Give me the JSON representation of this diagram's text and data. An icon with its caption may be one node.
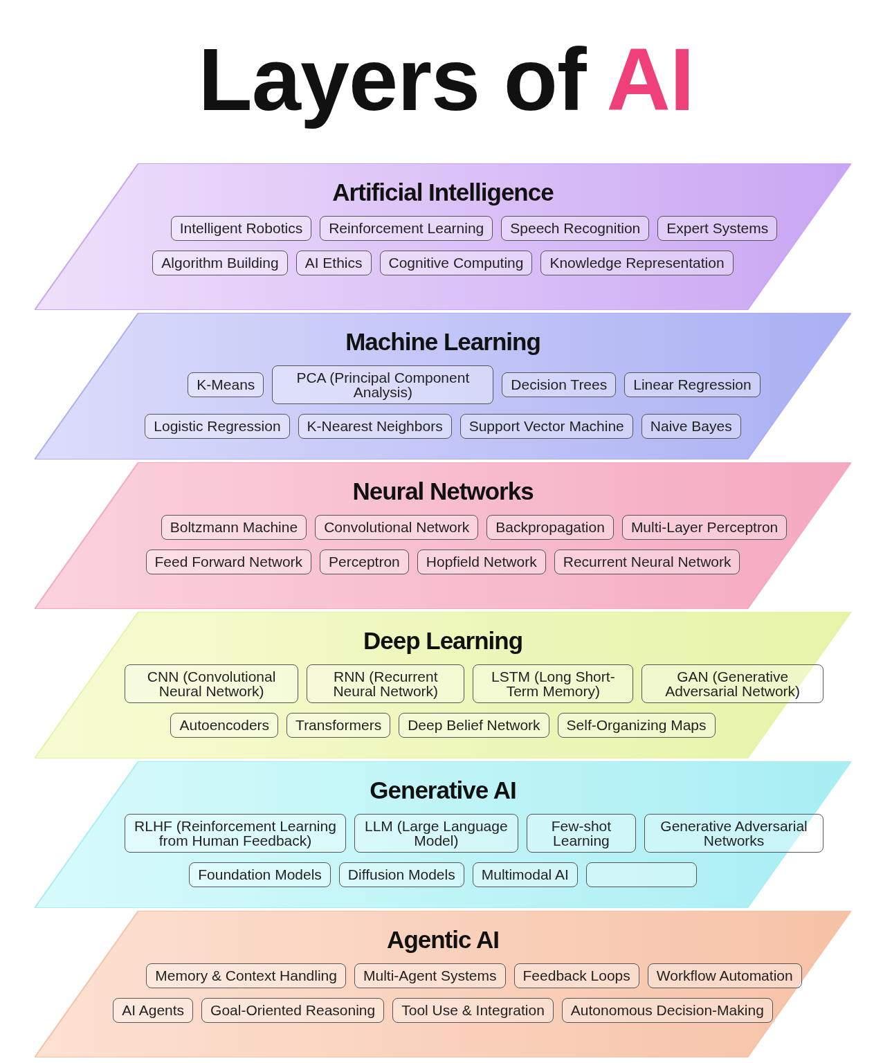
{
  "diagram": {
    "title": "Layers of AI",
    "nodes": [
      {
        "text": [
          "Artificial Intelligence"
        ]
      },
      {
        "text": [
          "Intelligent Robotics"
        ],
        "in": 0
      },
      {
        "text": [
          "Reinforcement Learning"
        ],
        "in": 0
      },
      {
        "text": [
          "Speech Recognition"
        ],
        "in": 0
      },
      {
        "text": [
          "Expert Systems"
        ],
        "in": 0
      },
      {
        "text": [
          "Algorithm Building"
        ],
        "in": 0
      },
      {
        "text": [
          "AI Ethics"
        ],
        "in": 0
      },
      {
        "text": [
          "Cognitive Computing"
        ],
        "in": 0
      },
      {
        "text": [
          "Knowledge Representation"
        ],
        "in": 0
      },
      {
        "text": [
          "Machine Learning"
        ]
      },
      {
        "text": [
          "K-Means"
        ],
        "in": 9
      },
      {
        "text": [
          "PCA (Principal Component Analysis)"
        ],
        "in": 9
      },
      {
        "text": [
          "Decision Trees"
        ],
        "in": 9
      },
      {
        "text": [
          "Linear Regression"
        ],
        "in": 9
      },
      {
        "text": [
          "Logistic Regression"
        ],
        "in": 9
      },
      {
        "text": [
          "K-Nearest Neighbors"
        ],
        "in": 9
      },
      {
        "text": [
          "Support Vector Machine"
        ],
        "in": 9
      },
      {
        "text": [
          "Naive Bayes"
        ],
        "in": 9
      },
      {
        "text": [
          "Neural Networks"
        ]
      },
      {
        "text": [
          "Boltzmann Machine"
        ],
        "in": 18
      },
      {
        "text": [
          "Convolutional Network"
        ],
        "in": 18
      },
      {
        "text": [
          "Backpropagation"
        ],
        "in": 18
      },
      {
        "text": [
          "Multi-Layer Perceptron"
        ],
        "in": 18
      },
      {
        "text": [
          "Feed Forward Network"
        ],
        "in": 18
      },
      {
        "text": [
          "Perceptron"
        ],
        "in": 18
      },
      {
        "text": [
          "Hopfield Network"
        ],
        "in": 18
      },
      {
        "text": [
          "Recurrent Neural Network"
        ],
        "in": 18
      },
      {
        "text": [
          "Deep Learning"
        ]
      },
      {
        "text": [
          "CNN (Convolutional Neural Network)"
        ],
        "in": 27
      },
      {
        "text": [
          "RNN (Recurrent Neural Network)"
        ],
        "in": 27
      },
      {
        "text": [
          "LSTM (Long Short-Term Memory)"
        ],
        "in": 27
      },
      {
        "text": [
          "GAN (Generative Adversarial Network)"
        ],
        "in": 27
      },
      {
        "text": [
          "Autoencoders"
        ],
        "in": 27
      },
      {
        "text": [
          "Transformers"
        ],
        "in": 27
      },
      {
        "text": [
          "Deep Belief Network"
        ],
        "in": 27
      },
      {
        "text": [
          "Self-Organizing Maps"
        ],
        "in": 27
      },
      {
        "text": [
          "Generative AI"
        ]
      },
      {
        "text": [
          "RLHF (Reinforcement Learning from Human Feedback)"
        ],
        "in": 36
      },
      {
        "text": [
          "LLM (Large Language Model)"
        ],
        "in": 36
      },
      {
        "text": [
          "Few-shot Learning"
        ],
        "in": 36
      },
      {
        "text": [
          "Generative Adversarial Networks"
        ],
        "in": 36
      },
      {
        "text": [
          "Foundation Models"
        ],
        "in": 36
      },
      {
        "text": [
          "Diffusion Models"
        ],
        "in": 36
      },
      {
        "text": [
          "Multimodal AI"
        ],
        "in": 36
      },
      {
        "text": [],
        "shape": "box",
        "in": 36
      },
      {
        "text": [
          "Agentic AI"
        ]
      },
      {
        "text": [
          "Memory & Context Handling"
        ],
        "in": 45
      },
      {
        "text": [
          "Multi-Agent Systems"
        ],
        "in": 45
      },
      {
        "text": [
          "Feedback Loops"
        ],
        "in": 45
      },
      {
        "text": [
          "Workflow Automation"
        ],
        "in": 45
      },
      {
        "text": [
          "AI Agents"
        ],
        "in": 45
      },
      {
        "text": [
          "Goal-Oriented Reasoning"
        ],
        "in": 45
      },
      {
        "text": [
          "Tool Use & Integration"
        ],
        "in": 45
      },
      {
        "text": [
          "Autonomous Decision-Making"
        ],
        "in": 45
      }
    ],
    "edges": []
  }
}
